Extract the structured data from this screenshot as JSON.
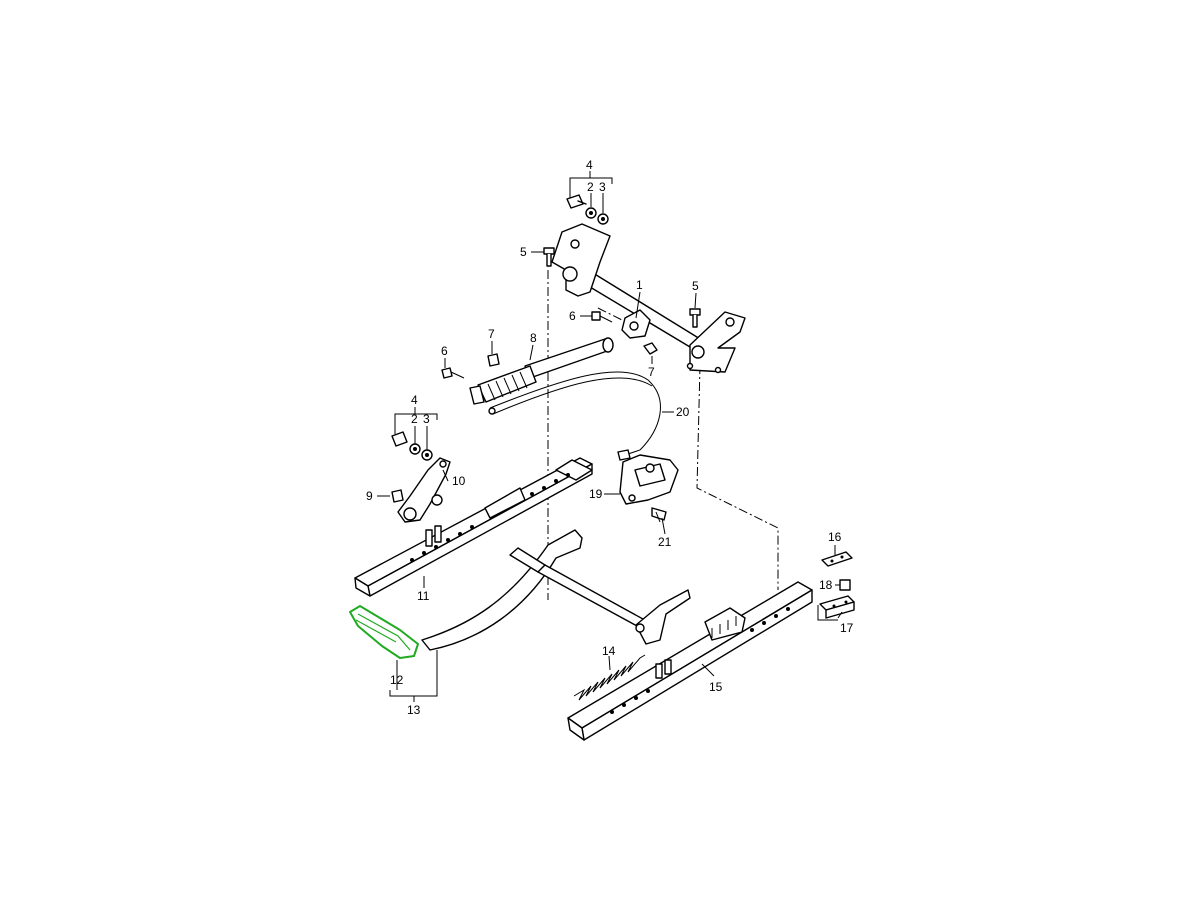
{
  "diagram": {
    "highlight_color": "#22aa22",
    "callouts": [
      {
        "id": "c4a",
        "text": "4"
      },
      {
        "id": "c2a",
        "text": "2"
      },
      {
        "id": "c3a",
        "text": "3"
      },
      {
        "id": "c5a",
        "text": "5"
      },
      {
        "id": "c1",
        "text": "1"
      },
      {
        "id": "c5b",
        "text": "5"
      },
      {
        "id": "c6a",
        "text": "6"
      },
      {
        "id": "c7a",
        "text": "7"
      },
      {
        "id": "c8",
        "text": "8"
      },
      {
        "id": "c6b",
        "text": "6"
      },
      {
        "id": "c7b",
        "text": "7"
      },
      {
        "id": "c20",
        "text": "20"
      },
      {
        "id": "c4b",
        "text": "4"
      },
      {
        "id": "c2b",
        "text": "2"
      },
      {
        "id": "c3b",
        "text": "3"
      },
      {
        "id": "c10",
        "text": "10"
      },
      {
        "id": "c9",
        "text": "9"
      },
      {
        "id": "c19",
        "text": "19"
      },
      {
        "id": "c21",
        "text": "21"
      },
      {
        "id": "c11",
        "text": "11"
      },
      {
        "id": "c16",
        "text": "16"
      },
      {
        "id": "c18",
        "text": "18"
      },
      {
        "id": "c17",
        "text": "17"
      },
      {
        "id": "c14",
        "text": "14"
      },
      {
        "id": "c15",
        "text": "15"
      },
      {
        "id": "c12",
        "text": "12"
      },
      {
        "id": "c13",
        "text": "13"
      }
    ]
  }
}
